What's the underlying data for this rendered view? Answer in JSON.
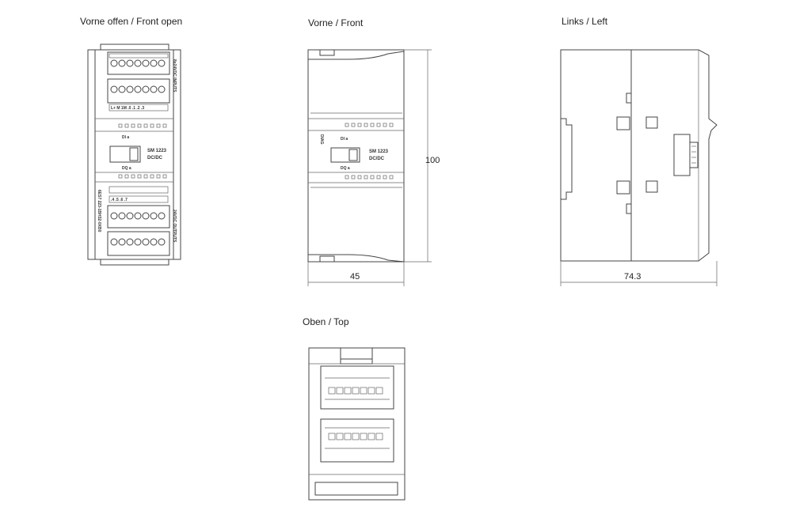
{
  "views": {
    "front_open": {
      "title": "Vorne offen / Front open",
      "module_label": "SM 1223",
      "module_type": "DC/DC",
      "di_label": "DI a",
      "dq_label": "DQ a",
      "top_side_text": "8x24VDC INPUTS",
      "bottom_side_text": "24VDC OUTPUTS",
      "part_number": "6ES7 223-1BH32-0XB0"
    },
    "front": {
      "title": "Vorne / Front",
      "module_label": "SM 1223",
      "module_type": "DC/DC",
      "di_label": "DI a",
      "dq_label": "DQ a",
      "diag_label": "DIAG",
      "dim_width": "45",
      "dim_height": "100"
    },
    "left": {
      "title": "Links / Left",
      "dim_depth": "74.3"
    },
    "top": {
      "title": "Oben / Top"
    }
  }
}
